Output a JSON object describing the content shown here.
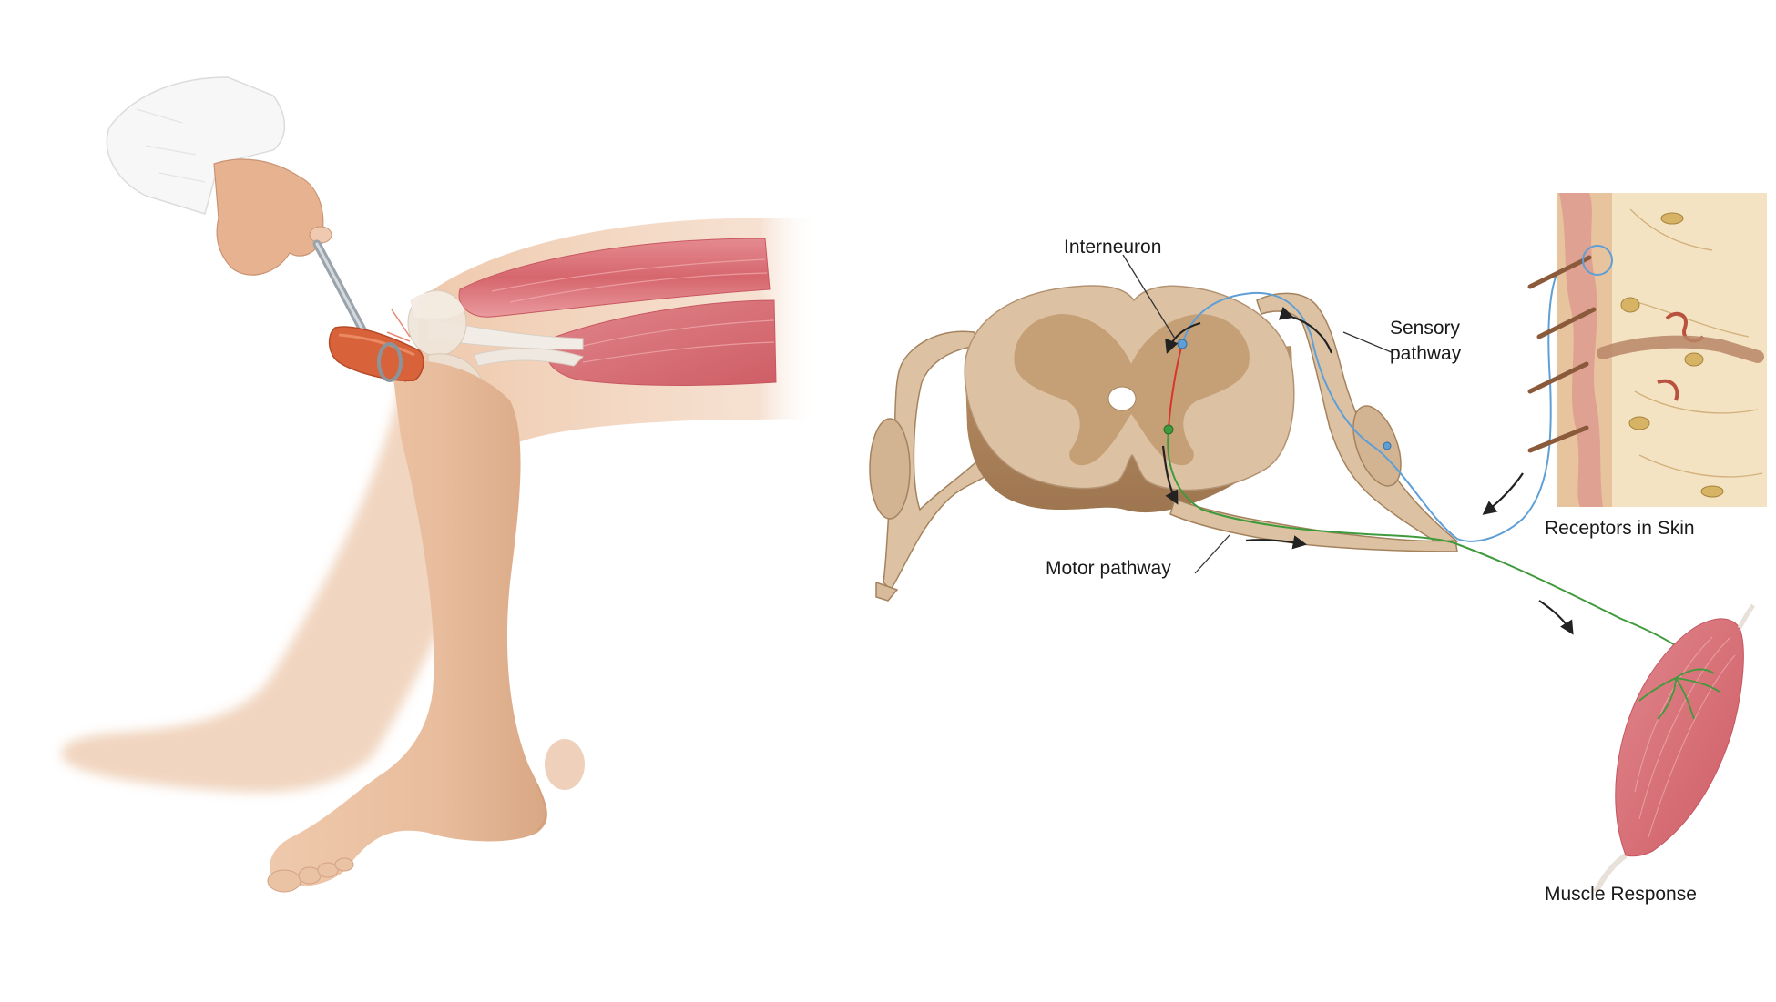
{
  "labels": {
    "interneuron": "Interneuron",
    "sensory_line1": "Sensory",
    "sensory_line2": "pathway",
    "receptors": "Receptors in Skin",
    "motor": "Motor pathway",
    "muscle": "Muscle Response"
  },
  "colors": {
    "skin": "#ecc4a6",
    "muscle": "#d9737a",
    "cord_white": "#dcc2a3",
    "cord_gray": "#c29c72",
    "sensory": "#5f9fd6",
    "motor": "#3f9a3c",
    "interneuron": "#d8342c",
    "hammer": "#d8623a",
    "arrow": "#222222"
  },
  "icons": [
    "reflex-hammer-icon",
    "hand-icon",
    "arrow-icon"
  ]
}
